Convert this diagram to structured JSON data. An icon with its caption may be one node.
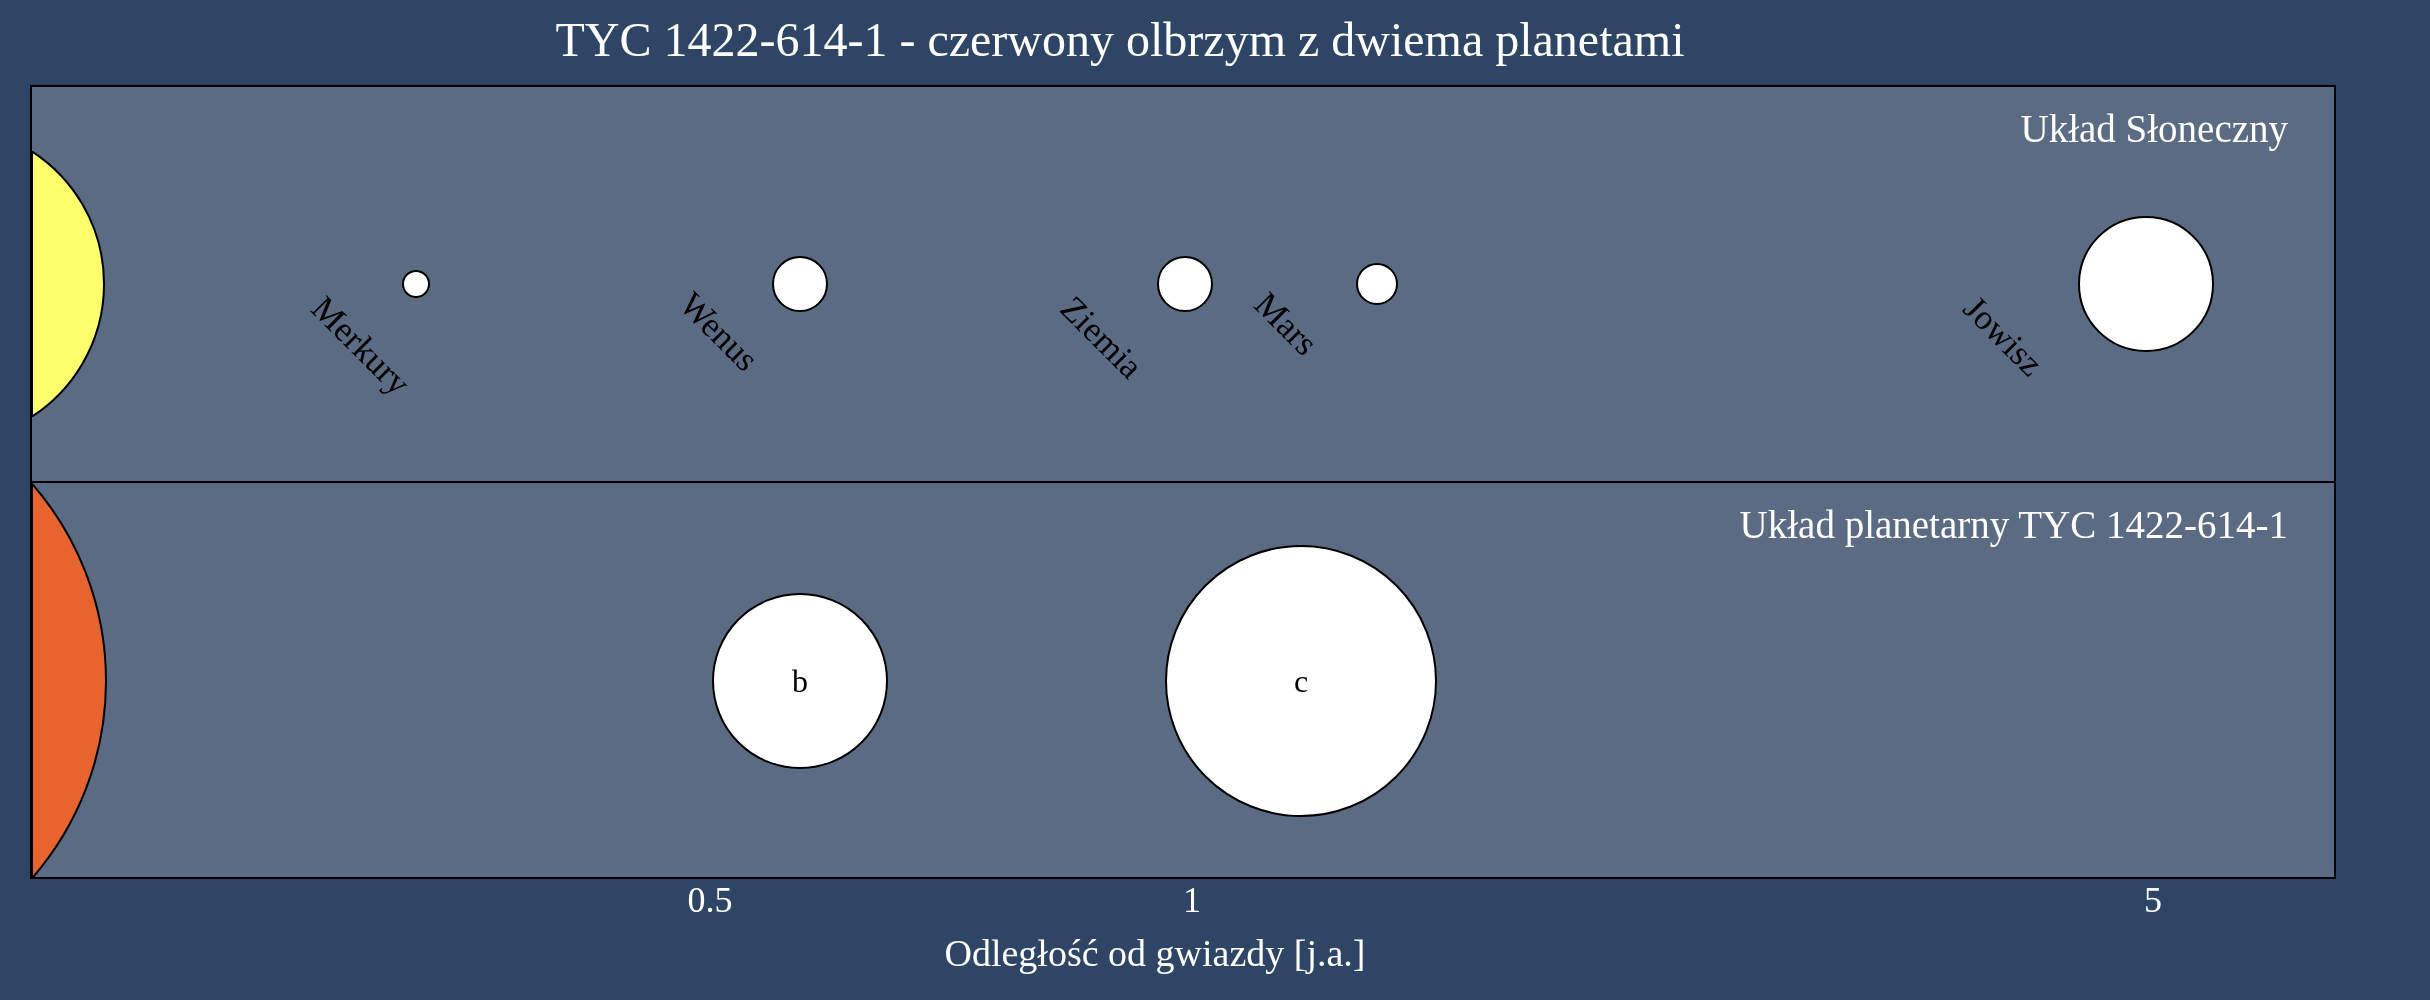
{
  "diagram": {
    "title": "TYC 1422-614-1 - czerwony olbrzym z dwiema planetami",
    "nodes": [
      {
        "text": [
          "Układ Słoneczny"
        ]
      },
      {
        "text": [
          "Układ planetarny TYC 1422-614-1"
        ]
      },
      {
        "text": [],
        "shape": "circle",
        "in": 0
      },
      {
        "text": [],
        "shape": "circle",
        "in": 0,
        "beside": [
          "Merkury"
        ]
      },
      {
        "text": [],
        "shape": "circle",
        "in": 0,
        "beside": [
          "Wenus"
        ]
      },
      {
        "text": [],
        "shape": "circle",
        "in": 0,
        "beside": [
          "Ziemia"
        ]
      },
      {
        "text": [],
        "shape": "circle",
        "in": 0,
        "beside": [
          "Mars"
        ]
      },
      {
        "text": [],
        "shape": "circle",
        "in": 0,
        "beside": [
          "Jowisz"
        ]
      },
      {
        "text": [],
        "shape": "circle",
        "in": 1
      },
      {
        "text": [
          "b"
        ],
        "in": 1
      },
      {
        "text": [
          "c"
        ],
        "in": 1
      }
    ],
    "labels": [
      "0.5",
      "1",
      "5",
      "Odległość od gwiazdy [j.a.]"
    ]
  }
}
